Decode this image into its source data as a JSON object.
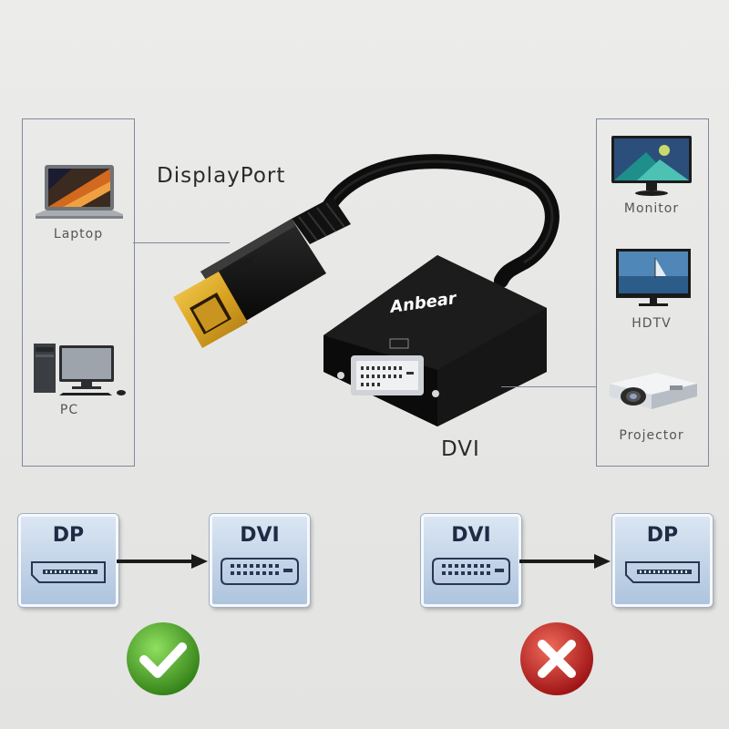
{
  "connectors": {
    "source_label": "DisplayPort",
    "target_label": "DVI",
    "brand": "Anbear"
  },
  "sources": [
    {
      "label": "Laptop",
      "icon": "laptop-icon"
    },
    {
      "label": "PC",
      "icon": "desktop-pc-icon"
    }
  ],
  "displays": [
    {
      "label": "Monitor",
      "icon": "monitor-icon"
    },
    {
      "label": "HDTV",
      "icon": "hdtv-icon"
    },
    {
      "label": "Projector",
      "icon": "projector-icon"
    }
  ],
  "directions": [
    {
      "from": "DP",
      "to": "DVI",
      "status_icon": "check-icon",
      "status_color": "#3f9b1f"
    },
    {
      "from": "DVI",
      "to": "DP",
      "status_icon": "cross-icon",
      "status_color": "#c2161b"
    }
  ],
  "colors": {
    "background": "#e8e8e6",
    "panel_border": "#7f8a9c",
    "tile": "#aec4de",
    "connector": "#e0b12e",
    "cable": "#111111"
  }
}
